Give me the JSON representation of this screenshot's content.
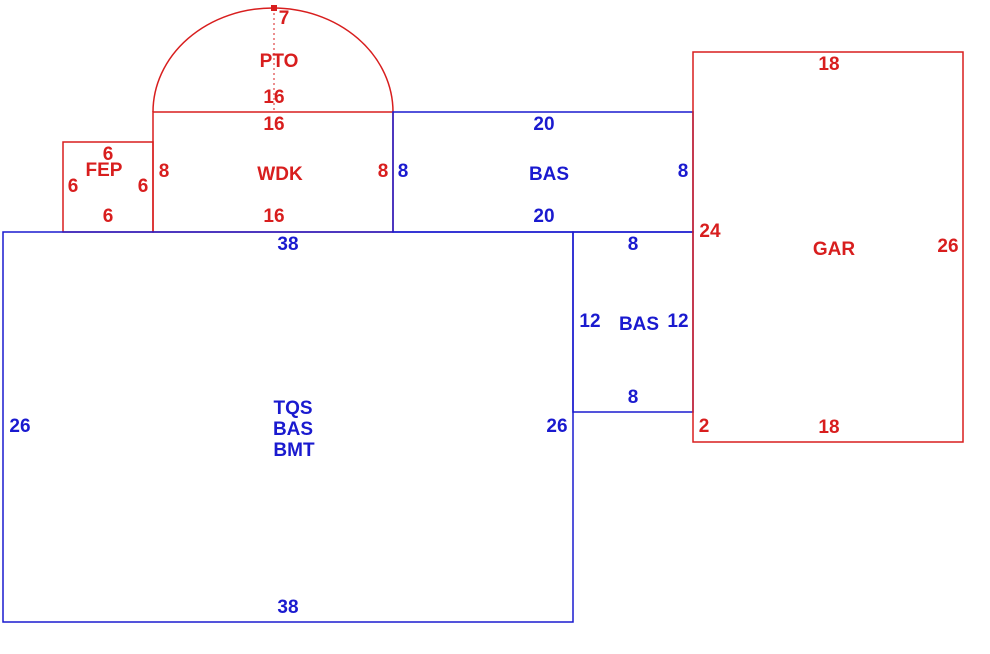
{
  "colors": {
    "red": "#d81e1e",
    "blue": "#1a1acf",
    "background": "#ffffff"
  },
  "areas": {
    "pto": {
      "label": "PTO",
      "radius_dim": "7",
      "base_dim": "16"
    },
    "wdk": {
      "label": "WDK",
      "top_dim": "16",
      "bottom_dim": "16",
      "left_dim": "8",
      "right_dim": "8"
    },
    "fep": {
      "label": "FEP",
      "top_dim": "6",
      "bottom_dim": "6",
      "left_dim": "6",
      "right_dim": "6"
    },
    "bas_top": {
      "label": "BAS",
      "top_dim": "20",
      "bottom_dim": "20",
      "left_dim": "8",
      "right_dim": "8"
    },
    "main": {
      "lines": [
        "TQS",
        "BAS",
        "BMT"
      ],
      "top_dim": "38",
      "bottom_dim": "38",
      "left_dim": "26",
      "right_dim": "26"
    },
    "bas_small": {
      "label": "BAS",
      "top_dim": "8",
      "bottom_dim": "8",
      "left_dim": "12",
      "right_dim": "12"
    },
    "gar": {
      "label": "GAR",
      "top_dim": "18",
      "bottom_dim": "18",
      "right_dim": "26",
      "left_dim_upper": "24",
      "left_dim_lower": "2"
    }
  }
}
